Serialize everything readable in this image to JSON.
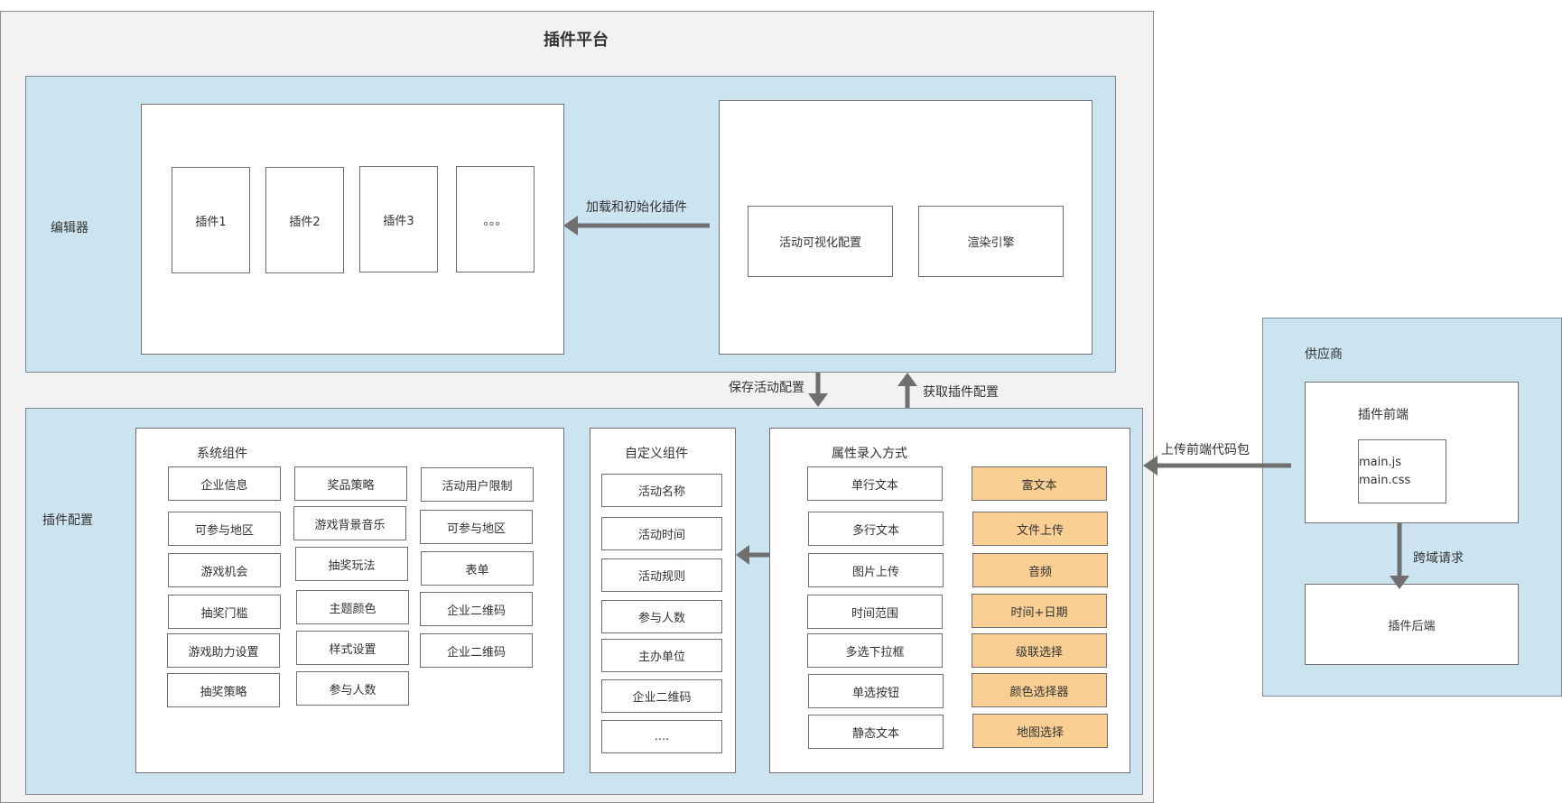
{
  "platform": {
    "title": "插件平台"
  },
  "editor": {
    "label": "编辑器",
    "plugins": [
      "插件1",
      "插件2",
      "插件3",
      "。。。"
    ],
    "right_boxes": [
      "活动可视化配置",
      "渲染引擎"
    ],
    "arrow_label": "加载和初始化插件"
  },
  "middle_arrows": {
    "save": "保存活动配置",
    "fetch": "获取插件配置"
  },
  "config": {
    "label": "插件配置",
    "system": {
      "title": "系统组件",
      "col1": [
        "企业信息",
        "可参与地区",
        "游戏机会",
        "抽奖门槛",
        "游戏助力设置",
        "抽奖策略"
      ],
      "col2": [
        "奖品策略",
        "游戏背景音乐",
        "抽奖玩法",
        "主题颜色",
        "样式设置",
        "参与人数"
      ],
      "col3": [
        "活动用户限制",
        "可参与地区",
        "表单",
        "企业二维码",
        "企业二维码"
      ]
    },
    "custom": {
      "title": "自定义组件",
      "items": [
        "活动名称",
        "活动时间",
        "活动规则",
        "参与人数",
        "主办单位",
        "企业二维码",
        "...."
      ]
    },
    "input": {
      "title": "属性录入方式",
      "left": [
        "单行文本",
        "多行文本",
        "图片上传",
        "时间范围",
        "多选下拉框",
        "单选按钮",
        "静态文本"
      ],
      "right": [
        "富文本",
        "文件上传",
        "音频",
        "时间+日期",
        "级联选择",
        "颜色选择器",
        "地图选择"
      ]
    }
  },
  "supplier": {
    "label": "供应商",
    "frontend": {
      "title": "插件前端",
      "files": [
        "main.js",
        "main.css"
      ]
    },
    "backend": "插件后端",
    "upload_label": "上传前端代码包",
    "cross_label": "跨域请求"
  },
  "colors": {
    "panel": "#cce3f0",
    "highlight": "#f9cf94",
    "arrow": "#6f6f6f",
    "platform_bg": "#f2f2f2"
  }
}
